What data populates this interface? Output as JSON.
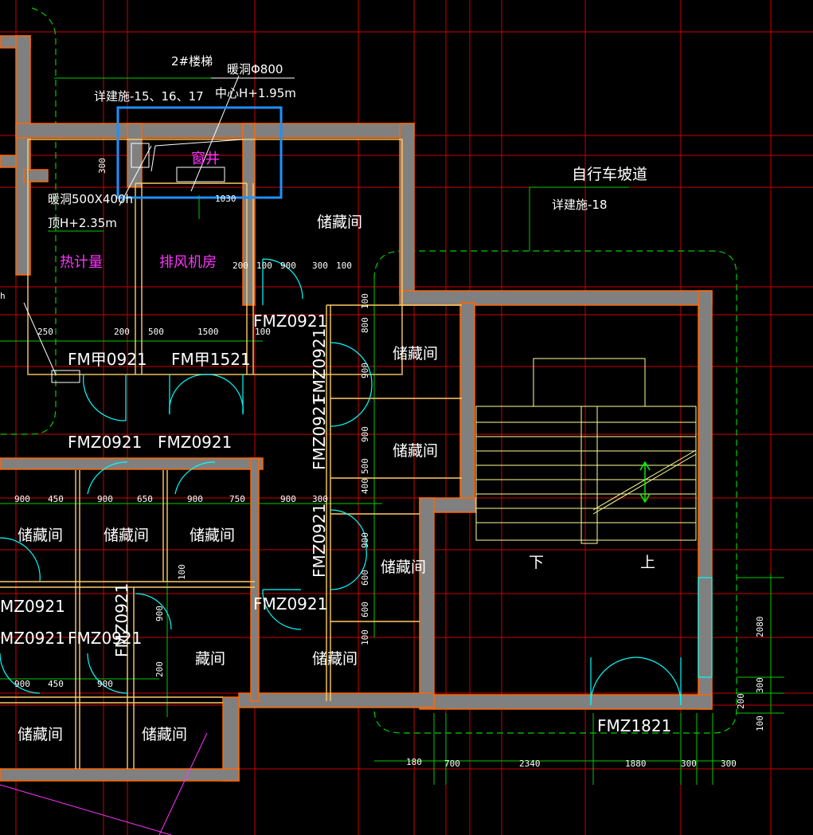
{
  "colors": {
    "background": "#000000",
    "axis_red": "#cc0000",
    "dim_green": "#00cc00",
    "wall_fill": "#808080",
    "wall_edge_orange": "#ff6600",
    "yellow": "#ffff99",
    "cyan": "#00ffff",
    "magenta": "#ff33ff",
    "selection_blue": "#1e90ff",
    "text_white": "#ffffff"
  },
  "notes": {
    "stair2": "2#楼梯",
    "hole_top": "暖洞Φ800",
    "detail_top": "详建施-15、16、17",
    "center_h": "中心H+1.95m",
    "hole_left": "暖洞500X400h",
    "top_h": "顶H+2.35m",
    "bike_ramp": "自行车坡道",
    "detail_right": "详建施-18"
  },
  "rooms": {
    "window_well": "窗井",
    "heat_meter": "热计量",
    "exhaust_room": "排风机房",
    "storage": "储藏间",
    "storage_partial": "藏间",
    "down": "下",
    "up": "上"
  },
  "doors": {
    "fmjia0921": "FM甲0921",
    "fmjia1521": "FM甲1521",
    "fmyi0921": "FMZ0921",
    "fmyi0921_partial": "MZ0921",
    "fmyi1821": "FMZ1821"
  },
  "dims": {
    "d300": "300",
    "d1030": "1030",
    "d200": "200",
    "d100": "100",
    "d900": "900",
    "d250": "250",
    "d500": "500",
    "d1500": "1500",
    "d800": "800",
    "d400": "400",
    "d450": "450",
    "d650": "650",
    "d750": "750",
    "d600": "600",
    "d180": "180",
    "d700": "700",
    "d2340": "2340",
    "d1880": "1880",
    "d2080": "2080",
    "h_partial": "h"
  }
}
